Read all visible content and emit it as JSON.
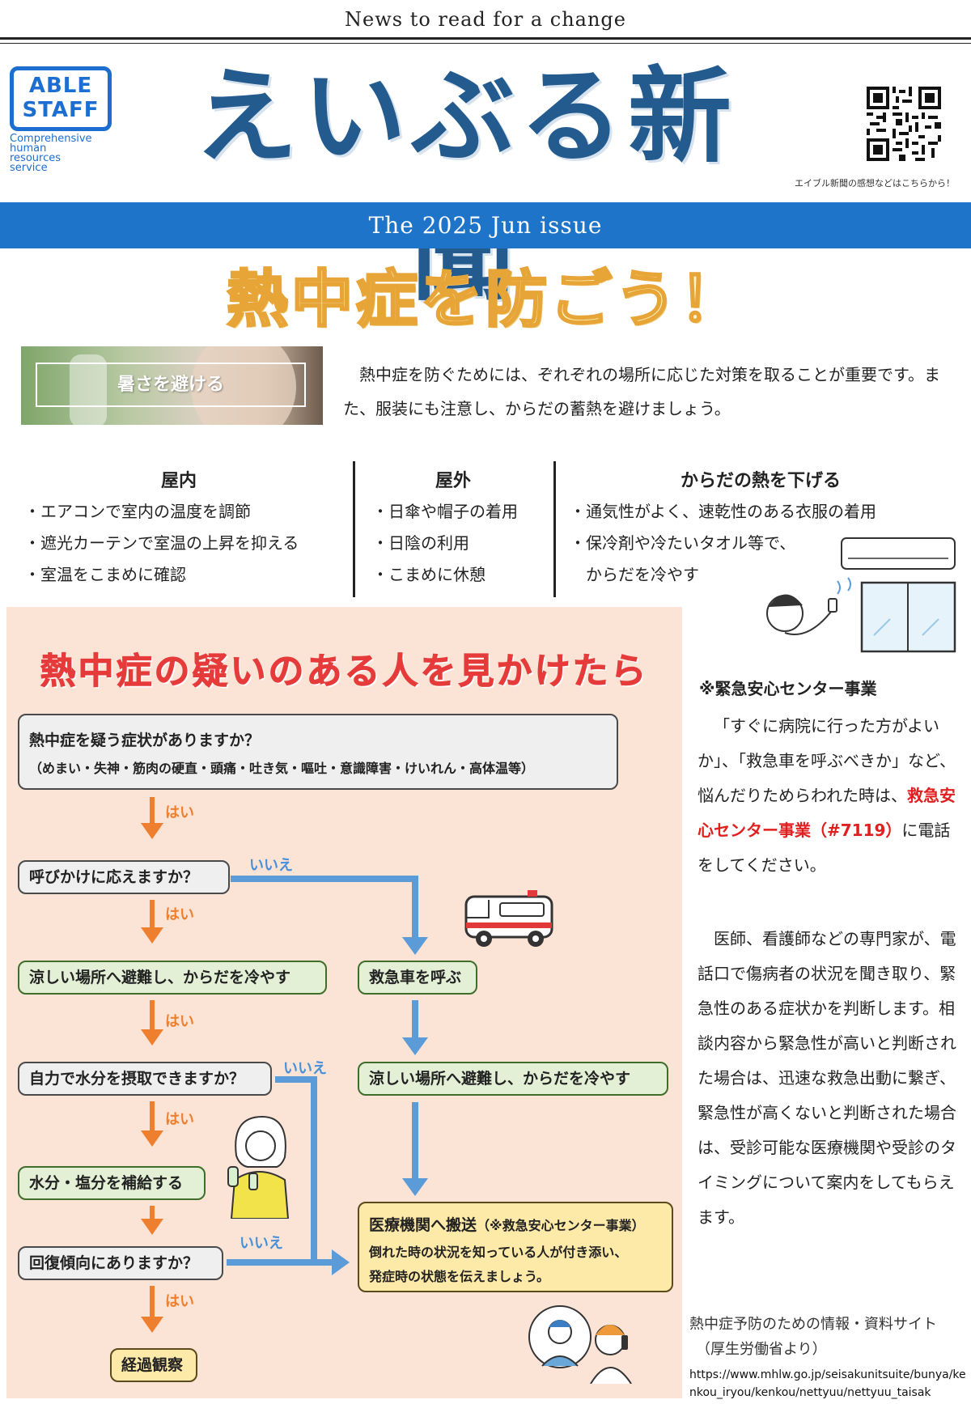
{
  "header": {
    "tagline": "News to read for a change",
    "logo_line1": "ABLE",
    "logo_line2": "STAFF",
    "logo_sub": [
      "Comprehensive",
      "human",
      "resources",
      "service"
    ],
    "masthead": "えいぶる新聞",
    "qr_caption": "エイブル新聞の感想などはこちらから！",
    "issue": "The 2025 Jun issue"
  },
  "headline": "熱中症を防ごう！",
  "photo_label": "暑さを避ける",
  "intro": "熱中症を防ぐためには、ぞれぞれの場所に応じた対策を取ることが重要です。また、服装にも注意し、からだの蓄熱を避けましょう。",
  "columns": [
    {
      "title": "屋内",
      "items": [
        "・エアコンで室内の温度を調節",
        "・遮光カーテンで室温の上昇を抑える",
        "・室温をこまめに確認"
      ]
    },
    {
      "title": "屋外",
      "items": [
        "・日傘や帽子の着用",
        "・日陰の利用",
        "・こまめに休憩"
      ]
    },
    {
      "title": "からだの熱を下げる",
      "items": [
        "・通気性がよく、速乾性のある衣服の着用",
        "・保冷剤や冷たいタオル等で、",
        "　からだを冷やす"
      ]
    }
  ],
  "flow": {
    "title": "熱中症の疑いのある人を見かけたら",
    "q1_line1": "熱中症を疑う症状がありますか？",
    "q1_line2": "（めまい・失神・筋肉の硬直・頭痛・吐き気・嘔吐・意識障害・けいれん・高体温等）",
    "q2": "呼びかけに応えますか？",
    "a_cool": "涼しい場所へ避難し、からだを冷やす",
    "q3": "自力で水分を摂取できますか？",
    "a_hydrate": "水分・塩分を補給する",
    "q4": "回復傾向にありますか？",
    "a_observe": "経過観察",
    "ambulance": "救急車を呼ぶ",
    "cool_right": "涼しい場所へ避難し、からだを冷やす",
    "hospital_title": "医療機関へ搬送",
    "hospital_note": "（※救急安心センター事業）",
    "hospital_line2": "倒れた時の状況を知っている人が付き添い、",
    "hospital_line3": "発症時の状態を伝えましょう。",
    "yes": "はい",
    "no": "いいえ"
  },
  "sidebar": {
    "title": "※緊急安心センター事業",
    "p1_before": "「すぐに病院に行った方がよいか」、「救急車を呼ぶべきか」など、悩んだりためらわれた時は、",
    "p1_red": "救急安心センター事業（#7119）",
    "p1_after": "に電話をしてください。",
    "p2": "医師、看護師などの専門家が、電話口で傷病者の状況を聞き取り、緊急性のある症状かを判断します。相談内容から緊急性が高いと判断された場合は、迅速な救急出動に繋ぎ、緊急性が高くないと判断された場合は、受診可能な医療機関や受診のタイミングについて案内をしてもらえます。",
    "source_line1": "熱中症予防のための情報・資料サイト",
    "source_line2": "（厚生労働省より）",
    "url": "https://www.mhlw.go.jp/seisakunitsuite/bunya/kenkou_iryou/kenkou/nettyuu/nettyuu_taisak"
  },
  "colors": {
    "brand_blue": "#1d74c9",
    "masthead_navy": "#235b8f",
    "flow_orange": "#ee7f2f",
    "flow_blue": "#5b9bd8",
    "alert_red": "#e02020",
    "panel_peach": "#fbe4d6"
  }
}
